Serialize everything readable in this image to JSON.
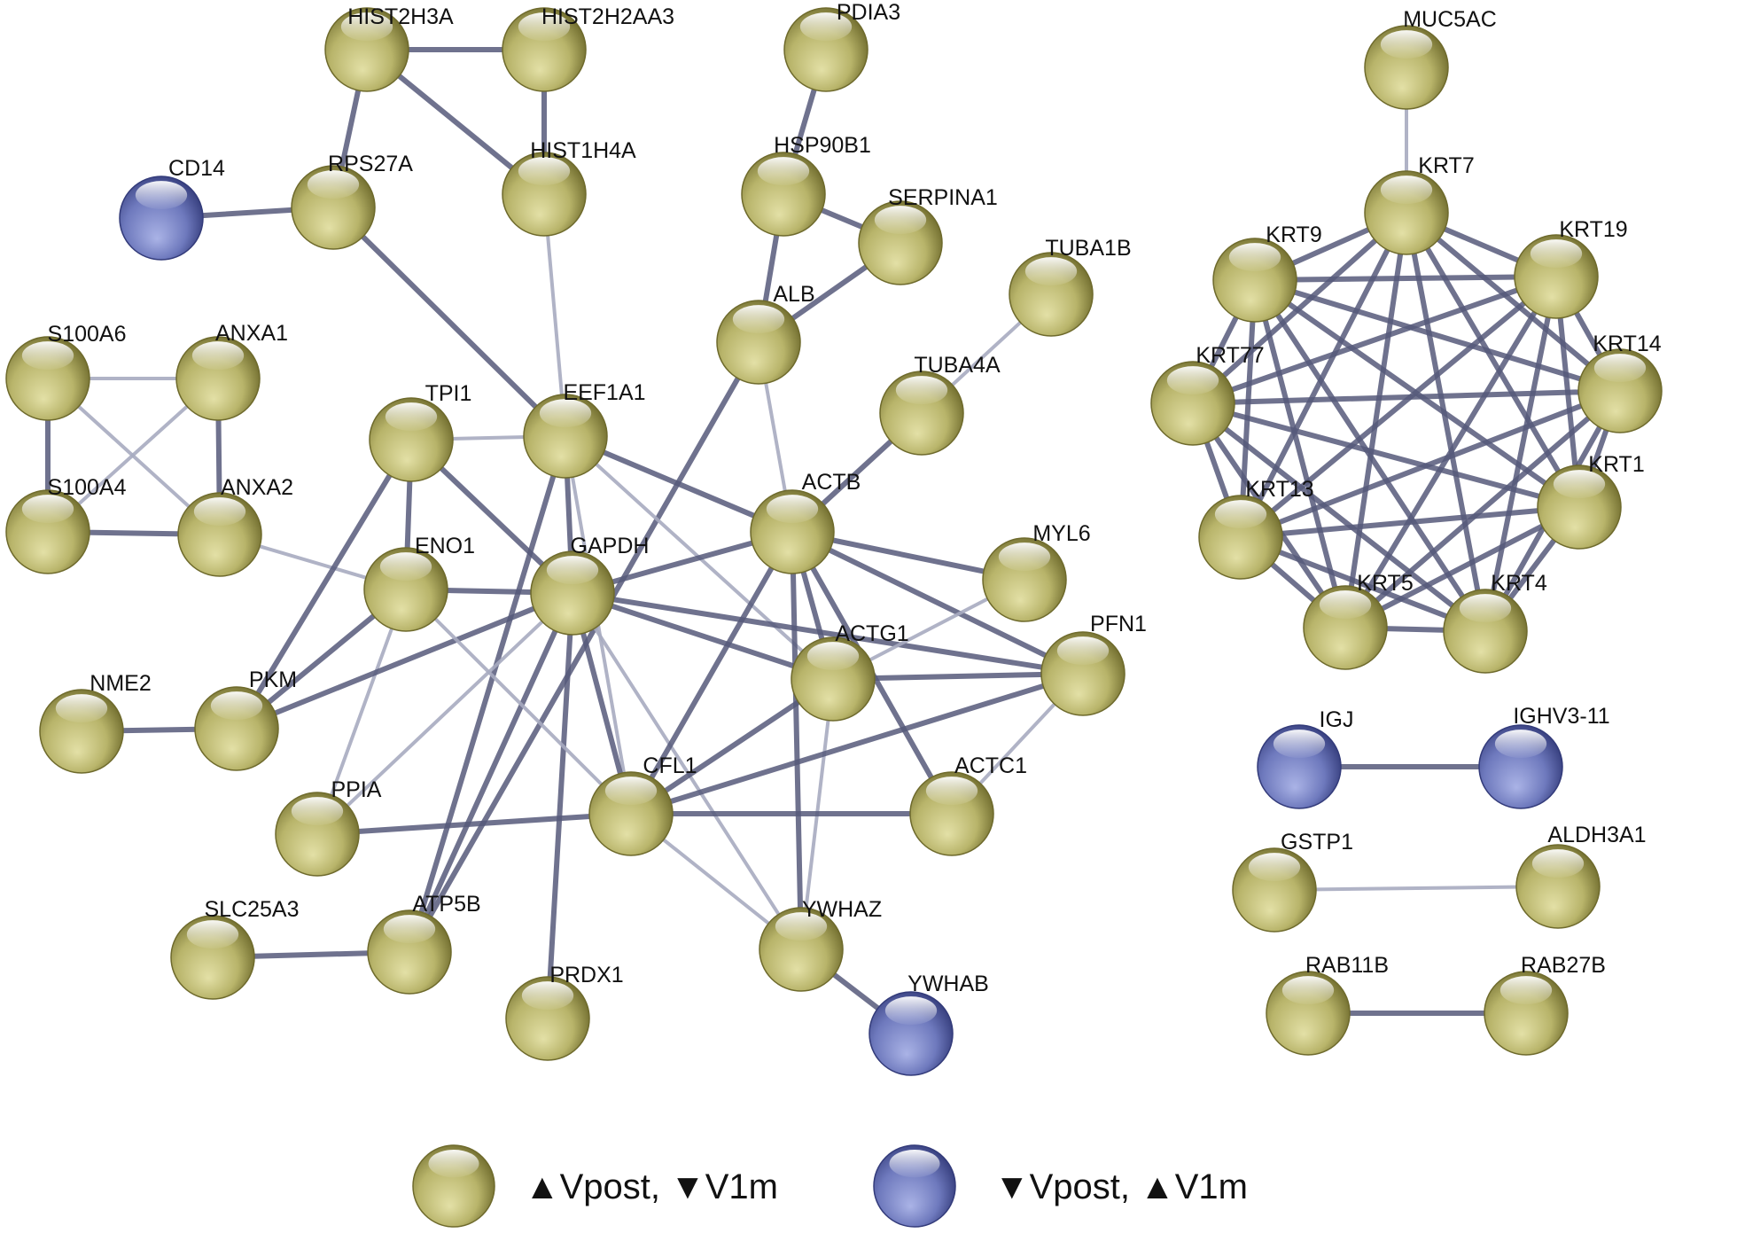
{
  "colors": {
    "up_node": "#b8b46a",
    "up_node_dark": "#6e6a2c",
    "down_node": "#6e79bd",
    "down_node_dark": "#333b7a",
    "edge_strong": "#56597a",
    "edge_weak": "#a7abc0"
  },
  "nodes": [
    {
      "id": "HIST2H3A",
      "label": "HIST2H3A",
      "group": "up"
    },
    {
      "id": "HIST2H2AA3",
      "label": "HIST2H2AA3",
      "group": "up"
    },
    {
      "id": "PDIA3",
      "label": "PDIA3",
      "group": "up"
    },
    {
      "id": "MUC5AC",
      "label": "MUC5AC",
      "group": "up"
    },
    {
      "id": "CD14",
      "label": "CD14",
      "group": "down"
    },
    {
      "id": "RPS27A",
      "label": "RPS27A",
      "group": "up"
    },
    {
      "id": "HIST1H4A",
      "label": "HIST1H4A",
      "group": "up"
    },
    {
      "id": "HSP90B1",
      "label": "HSP90B1",
      "group": "up"
    },
    {
      "id": "SERPINA1",
      "label": "SERPINA1",
      "group": "up"
    },
    {
      "id": "KRT7",
      "label": "KRT7",
      "group": "up"
    },
    {
      "id": "TUBA1B",
      "label": "TUBA1B",
      "group": "up"
    },
    {
      "id": "KRT9",
      "label": "KRT9",
      "group": "up"
    },
    {
      "id": "KRT19",
      "label": "KRT19",
      "group": "up"
    },
    {
      "id": "ALB",
      "label": "ALB",
      "group": "up"
    },
    {
      "id": "S100A6",
      "label": "S100A6",
      "group": "up"
    },
    {
      "id": "ANXA1",
      "label": "ANXA1",
      "group": "up"
    },
    {
      "id": "KRT14",
      "label": "KRT14",
      "group": "up"
    },
    {
      "id": "KRT77",
      "label": "KRT77",
      "group": "up"
    },
    {
      "id": "TUBA4A",
      "label": "TUBA4A",
      "group": "up"
    },
    {
      "id": "TPI1",
      "label": "TPI1",
      "group": "up"
    },
    {
      "id": "EEF1A1",
      "label": "EEF1A1",
      "group": "up"
    },
    {
      "id": "KRT1",
      "label": "KRT1",
      "group": "up"
    },
    {
      "id": "S100A4",
      "label": "S100A4",
      "group": "up"
    },
    {
      "id": "ANXA2",
      "label": "ANXA2",
      "group": "up"
    },
    {
      "id": "ACTB",
      "label": "ACTB",
      "group": "up"
    },
    {
      "id": "KRT13",
      "label": "KRT13",
      "group": "up"
    },
    {
      "id": "MYL6",
      "label": "MYL6",
      "group": "up"
    },
    {
      "id": "ENO1",
      "label": "ENO1",
      "group": "up"
    },
    {
      "id": "GAPDH",
      "label": "GAPDH",
      "group": "up"
    },
    {
      "id": "KRT4",
      "label": "KRT4",
      "group": "up"
    },
    {
      "id": "KRT5",
      "label": "KRT5",
      "group": "up"
    },
    {
      "id": "PFN1",
      "label": "PFN1",
      "group": "up"
    },
    {
      "id": "ACTG1",
      "label": "ACTG1",
      "group": "up"
    },
    {
      "id": "NME2",
      "label": "NME2",
      "group": "up"
    },
    {
      "id": "PKM",
      "label": "PKM",
      "group": "up"
    },
    {
      "id": "IGJ",
      "label": "IGJ",
      "group": "down"
    },
    {
      "id": "IGHV3-11",
      "label": "IGHV3-11",
      "group": "down"
    },
    {
      "id": "CFL1",
      "label": "CFL1",
      "group": "up"
    },
    {
      "id": "ACTC1",
      "label": "ACTC1",
      "group": "up"
    },
    {
      "id": "PPIA",
      "label": "PPIA",
      "group": "up"
    },
    {
      "id": "GSTP1",
      "label": "GSTP1",
      "group": "up"
    },
    {
      "id": "ALDH3A1",
      "label": "ALDH3A1",
      "group": "up"
    },
    {
      "id": "SLC25A3",
      "label": "SLC25A3",
      "group": "up"
    },
    {
      "id": "ATP5B",
      "label": "ATP5B",
      "group": "up"
    },
    {
      "id": "YWHAZ",
      "label": "YWHAZ",
      "group": "up"
    },
    {
      "id": "YWHAB",
      "label": "YWHAB",
      "group": "down"
    },
    {
      "id": "PRDX1",
      "label": "PRDX1",
      "group": "up"
    },
    {
      "id": "RAB11B",
      "label": "RAB11B",
      "group": "up"
    },
    {
      "id": "RAB27B",
      "label": "RAB27B",
      "group": "up"
    }
  ],
  "edges": [
    [
      "HIST2H3A",
      "HIST2H2AA3",
      "s"
    ],
    [
      "HIST2H3A",
      "RPS27A",
      "s"
    ],
    [
      "HIST2H3A",
      "HIST1H4A",
      "s"
    ],
    [
      "HIST2H2AA3",
      "HIST1H4A",
      "s"
    ],
    [
      "RPS27A",
      "CD14",
      "s"
    ],
    [
      "RPS27A",
      "EEF1A1",
      "s"
    ],
    [
      "HIST1H4A",
      "EEF1A1",
      "w"
    ],
    [
      "PDIA3",
      "HSP90B1",
      "s"
    ],
    [
      "HSP90B1",
      "SERPINA1",
      "s"
    ],
    [
      "HSP90B1",
      "ALB",
      "s"
    ],
    [
      "SERPINA1",
      "ALB",
      "s"
    ],
    [
      "ALB",
      "ACTB",
      "w"
    ],
    [
      "ALB",
      "ATP5B",
      "s"
    ],
    [
      "TUBA1B",
      "TUBA4A",
      "w"
    ],
    [
      "TUBA4A",
      "ACTB",
      "s"
    ],
    [
      "S100A6",
      "ANXA1",
      "w"
    ],
    [
      "S100A6",
      "S100A4",
      "s"
    ],
    [
      "S100A6",
      "ANXA2",
      "w"
    ],
    [
      "ANXA1",
      "S100A4",
      "w"
    ],
    [
      "ANXA1",
      "ANXA2",
      "s"
    ],
    [
      "S100A4",
      "ANXA2",
      "s"
    ],
    [
      "ANXA2",
      "ENO1",
      "w"
    ],
    [
      "TPI1",
      "EEF1A1",
      "w"
    ],
    [
      "TPI1",
      "GAPDH",
      "s"
    ],
    [
      "TPI1",
      "ENO1",
      "s"
    ],
    [
      "TPI1",
      "PKM",
      "s"
    ],
    [
      "EEF1A1",
      "GAPDH",
      "s"
    ],
    [
      "EEF1A1",
      "ACTB",
      "s"
    ],
    [
      "EEF1A1",
      "ACTG1",
      "w"
    ],
    [
      "EEF1A1",
      "ATP5B",
      "s"
    ],
    [
      "EEF1A1",
      "CFL1",
      "w"
    ],
    [
      "ENO1",
      "GAPDH",
      "s"
    ],
    [
      "ENO1",
      "PKM",
      "s"
    ],
    [
      "ENO1",
      "PPIA",
      "w"
    ],
    [
      "GAPDH",
      "PKM",
      "s"
    ],
    [
      "GAPDH",
      "ACTB",
      "s"
    ],
    [
      "GAPDH",
      "ACTG1",
      "s"
    ],
    [
      "GAPDH",
      "CFL1",
      "s"
    ],
    [
      "GAPDH",
      "YWHAZ",
      "w"
    ],
    [
      "GAPDH",
      "PPIA",
      "w"
    ],
    [
      "GAPDH",
      "ATP5B",
      "s"
    ],
    [
      "GAPDH",
      "PRDX1",
      "s"
    ],
    [
      "GAPDH",
      "PFN1",
      "s"
    ],
    [
      "ACTB",
      "MYL6",
      "s"
    ],
    [
      "ACTB",
      "PFN1",
      "s"
    ],
    [
      "ACTB",
      "ACTG1",
      "s"
    ],
    [
      "ACTB",
      "CFL1",
      "s"
    ],
    [
      "ACTB",
      "YWHAZ",
      "s"
    ],
    [
      "ACTB",
      "ACTC1",
      "s"
    ],
    [
      "MYL6",
      "ACTG1",
      "w"
    ],
    [
      "ACTG1",
      "PFN1",
      "s"
    ],
    [
      "ACTG1",
      "CFL1",
      "s"
    ],
    [
      "ACTG1",
      "YWHAZ",
      "w"
    ],
    [
      "PFN1",
      "CFL1",
      "s"
    ],
    [
      "PFN1",
      "ACTC1",
      "w"
    ],
    [
      "CFL1",
      "ACTC1",
      "s"
    ],
    [
      "CFL1",
      "PPIA",
      "s"
    ],
    [
      "CFL1",
      "YWHAZ",
      "w"
    ],
    [
      "CFL1",
      "ENO1",
      "w"
    ],
    [
      "NME2",
      "PKM",
      "s"
    ],
    [
      "SLC25A3",
      "ATP5B",
      "s"
    ],
    [
      "YWHAZ",
      "YWHAB",
      "s"
    ],
    [
      "MUC5AC",
      "KRT7",
      "w"
    ],
    [
      "KRT7",
      "KRT9",
      "s"
    ],
    [
      "KRT7",
      "KRT19",
      "s"
    ],
    [
      "KRT7",
      "KRT14",
      "s"
    ],
    [
      "KRT7",
      "KRT77",
      "s"
    ],
    [
      "KRT7",
      "KRT1",
      "s"
    ],
    [
      "KRT7",
      "KRT13",
      "s"
    ],
    [
      "KRT7",
      "KRT5",
      "s"
    ],
    [
      "KRT7",
      "KRT4",
      "s"
    ],
    [
      "KRT9",
      "KRT19",
      "s"
    ],
    [
      "KRT9",
      "KRT14",
      "s"
    ],
    [
      "KRT9",
      "KRT77",
      "s"
    ],
    [
      "KRT9",
      "KRT1",
      "s"
    ],
    [
      "KRT9",
      "KRT13",
      "s"
    ],
    [
      "KRT9",
      "KRT5",
      "s"
    ],
    [
      "KRT9",
      "KRT4",
      "s"
    ],
    [
      "KRT19",
      "KRT14",
      "s"
    ],
    [
      "KRT19",
      "KRT77",
      "s"
    ],
    [
      "KRT19",
      "KRT1",
      "s"
    ],
    [
      "KRT19",
      "KRT13",
      "s"
    ],
    [
      "KRT19",
      "KRT5",
      "s"
    ],
    [
      "KRT19",
      "KRT4",
      "s"
    ],
    [
      "KRT14",
      "KRT77",
      "s"
    ],
    [
      "KRT14",
      "KRT1",
      "s"
    ],
    [
      "KRT14",
      "KRT13",
      "s"
    ],
    [
      "KRT14",
      "KRT5",
      "s"
    ],
    [
      "KRT14",
      "KRT4",
      "s"
    ],
    [
      "KRT77",
      "KRT1",
      "s"
    ],
    [
      "KRT77",
      "KRT13",
      "s"
    ],
    [
      "KRT77",
      "KRT5",
      "s"
    ],
    [
      "KRT77",
      "KRT4",
      "s"
    ],
    [
      "KRT1",
      "KRT13",
      "s"
    ],
    [
      "KRT1",
      "KRT5",
      "s"
    ],
    [
      "KRT1",
      "KRT4",
      "s"
    ],
    [
      "KRT13",
      "KRT5",
      "s"
    ],
    [
      "KRT13",
      "KRT4",
      "s"
    ],
    [
      "KRT5",
      "KRT4",
      "s"
    ],
    [
      "IGJ",
      "IGHV3-11",
      "s"
    ],
    [
      "GSTP1",
      "ALDH3A1",
      "w"
    ],
    [
      "RAB11B",
      "RAB27B",
      "s"
    ]
  ],
  "legend": [
    {
      "group": "up",
      "label": "▲Vpost, ▼V1m"
    },
    {
      "group": "down",
      "label": "▼Vpost, ▲V1m"
    }
  ]
}
